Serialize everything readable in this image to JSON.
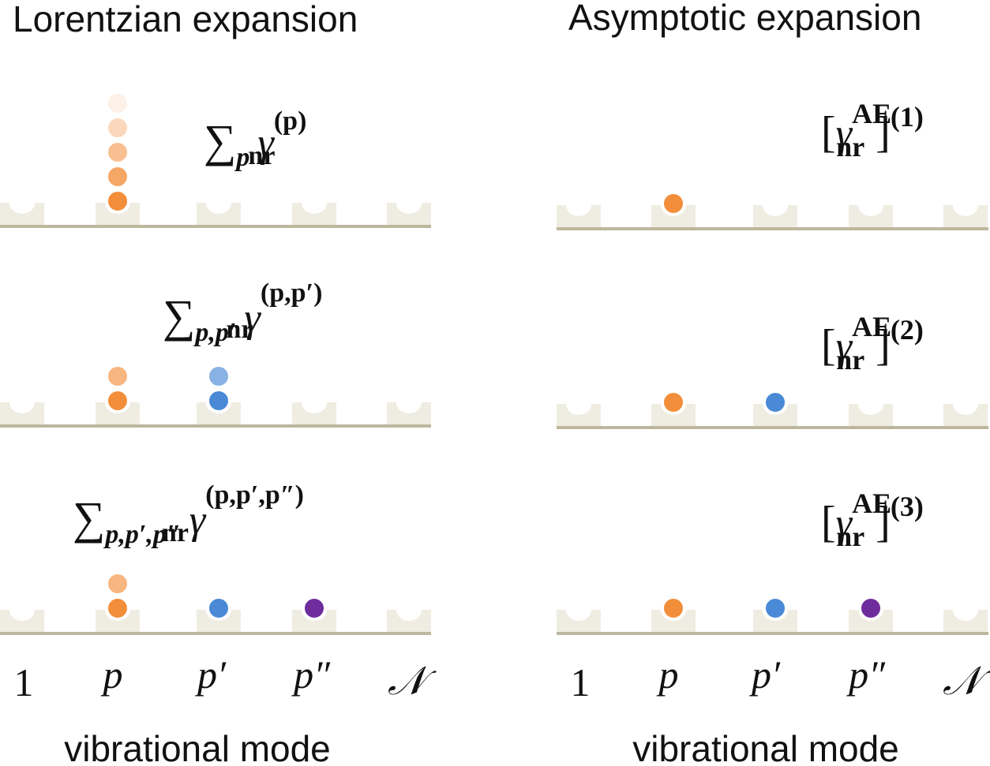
{
  "panels": [
    {
      "title": "Lorentzian expansion",
      "xlabel": "vibrational mode",
      "ticks": [
        "1",
        "p",
        "p′",
        "p″",
        "𝒩"
      ],
      "rows": [
        {
          "formula": {
            "sum_subscript": "p",
            "superscript": "(p)",
            "symbol": "γ",
            "subscript": "nr"
          },
          "stacks": [
            {
              "slot": 1,
              "color": "orange",
              "count": 5
            }
          ]
        },
        {
          "formula": {
            "sum_subscript": "p,p′",
            "superscript": "(p,p′)",
            "symbol": "γ",
            "subscript": "nr"
          },
          "stacks": [
            {
              "slot": 1,
              "color": "orange",
              "count": 2
            },
            {
              "slot": 2,
              "color": "blue",
              "count": 2
            }
          ]
        },
        {
          "formula": {
            "sum_subscript": "p,p′,p″",
            "superscript": "(p,p′,p″)",
            "symbol": "γ",
            "subscript": "nr"
          },
          "stacks": [
            {
              "slot": 1,
              "color": "orange",
              "count": 2
            },
            {
              "slot": 2,
              "color": "blue",
              "count": 1
            },
            {
              "slot": 3,
              "color": "purple",
              "count": 1
            }
          ]
        }
      ]
    },
    {
      "title": "Asymptotic expansion",
      "xlabel": "vibrational mode",
      "ticks": [
        "1",
        "p",
        "p′",
        "p″",
        "𝒩"
      ],
      "rows": [
        {
          "formula": {
            "symbol": "γ",
            "subscript": "nr",
            "label": "AE",
            "order": "(1)"
          },
          "stacks": [
            {
              "slot": 1,
              "color": "orange",
              "count": 1
            }
          ]
        },
        {
          "formula": {
            "symbol": "γ",
            "subscript": "nr",
            "label": "AE",
            "order": "(2)"
          },
          "stacks": [
            {
              "slot": 1,
              "color": "orange",
              "count": 1
            },
            {
              "slot": 2,
              "color": "blue",
              "count": 1
            }
          ]
        },
        {
          "formula": {
            "symbol": "γ",
            "subscript": "nr",
            "label": "AE",
            "order": "(3)"
          },
          "stacks": [
            {
              "slot": 1,
              "color": "orange",
              "count": 1
            },
            {
              "slot": 2,
              "color": "blue",
              "count": 1
            },
            {
              "slot": 3,
              "color": "purple",
              "count": 1
            }
          ]
        }
      ]
    }
  ],
  "colors": {
    "orange": "#F28E3A",
    "blue": "#4A89D6",
    "purple": "#6F2C9C",
    "baseline": "#BDB79E",
    "well": "#EFEDE2"
  }
}
